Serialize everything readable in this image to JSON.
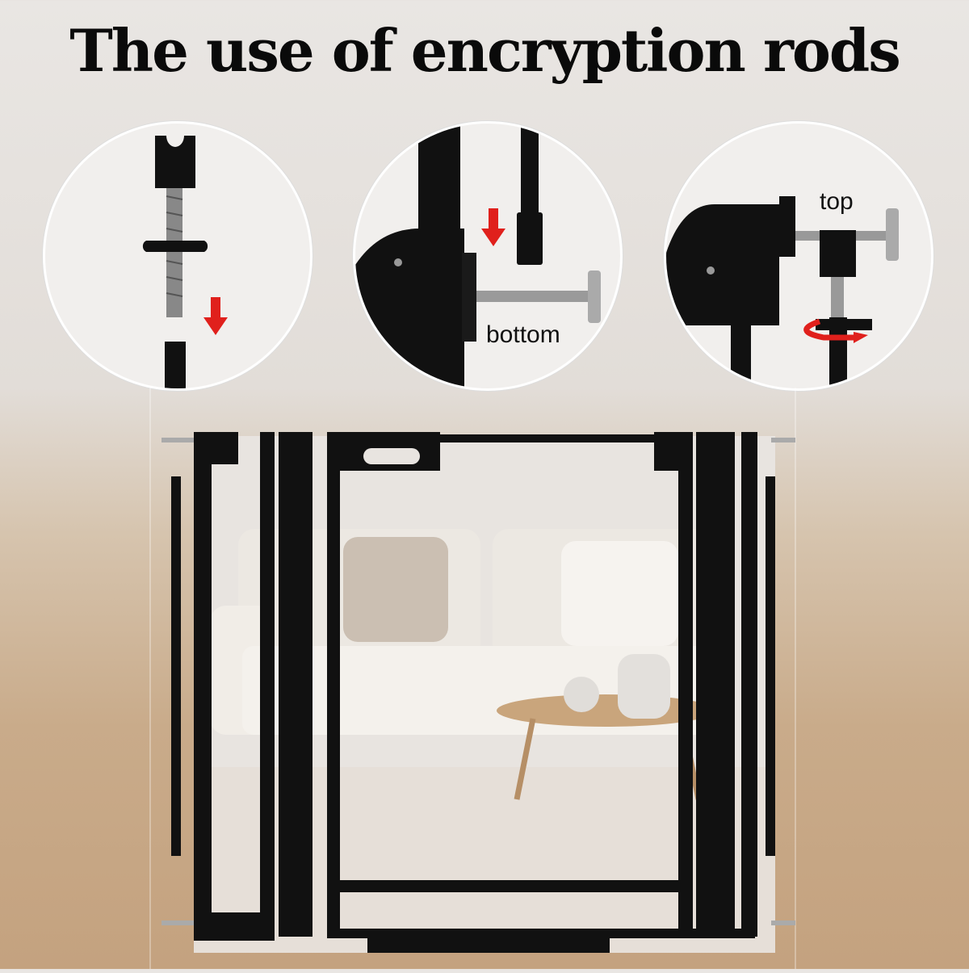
{
  "title": "The use of encryption rods",
  "callouts": {
    "step1": {
      "label": ""
    },
    "step2": {
      "label": "bottom"
    },
    "step3": {
      "label": "top"
    }
  },
  "colors": {
    "accent_arrow": "#e0201c",
    "gate": "#111111"
  }
}
